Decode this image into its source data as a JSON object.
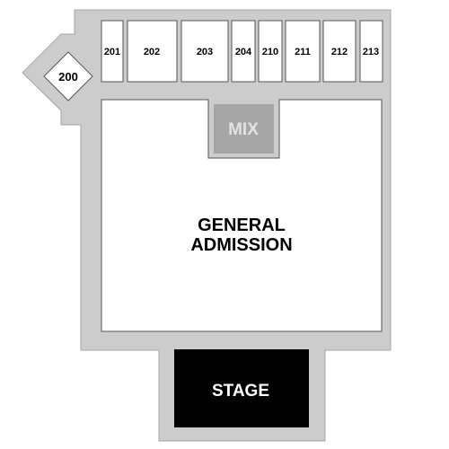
{
  "colors": {
    "venue_outline": "#cccccc",
    "venue_stroke": "#a6a6a6",
    "section_fill": "#ffffff",
    "section_stroke": "#555555",
    "mix_fill": "#a6a6a6",
    "stage_fill": "#000000",
    "stage_text": "#ffffff"
  },
  "sections": {
    "s200": "200",
    "s201": "201",
    "s202": "202",
    "s203": "203",
    "s204": "204",
    "s210": "210",
    "s211": "211",
    "s212": "212",
    "s213": "213"
  },
  "floor": {
    "general_admission_line1": "GENERAL",
    "general_admission_line2": "ADMISSION"
  },
  "mix": {
    "label": "MIX"
  },
  "stage": {
    "label": "STAGE"
  }
}
